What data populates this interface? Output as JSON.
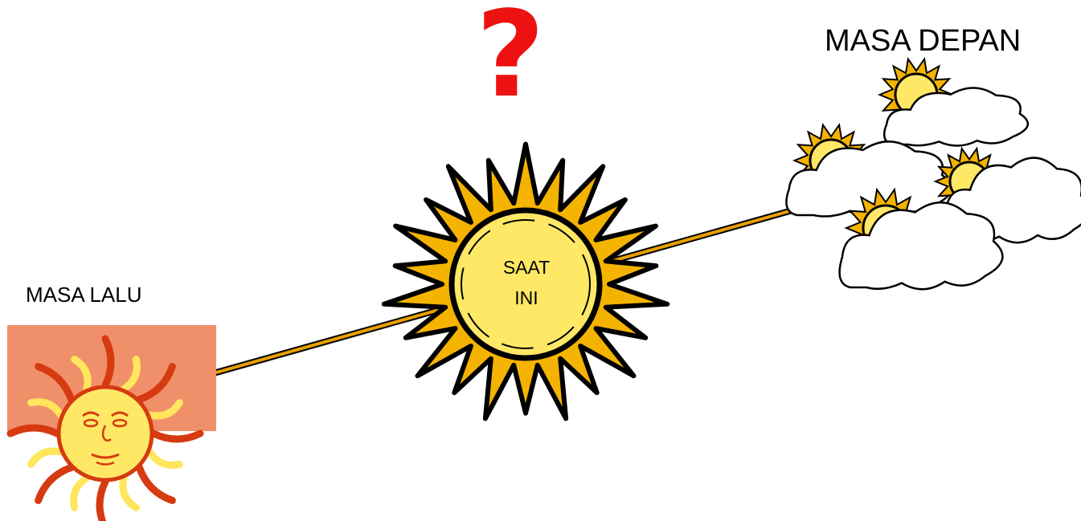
{
  "labels": {
    "past": "MASA LALU",
    "present_line1": "SAAT",
    "present_line2": "INI",
    "future": "MASA DEPAN",
    "question_mark": "?"
  },
  "colors": {
    "question_mark": "#ee1111",
    "timeline": "#e8a000",
    "present_sun_outer": "#f5b301",
    "present_sun_disc": "#ffe866",
    "past_sun_backdrop": "#f0906a",
    "past_sun_rays_red": "#d63a10",
    "past_sun_rays_yellow": "#ffe65c",
    "cloud_fill": "#ffffff"
  },
  "icons": [
    "past-sun-face-icon",
    "present-sun-icon",
    "future-partly-cloudy-icon"
  ]
}
